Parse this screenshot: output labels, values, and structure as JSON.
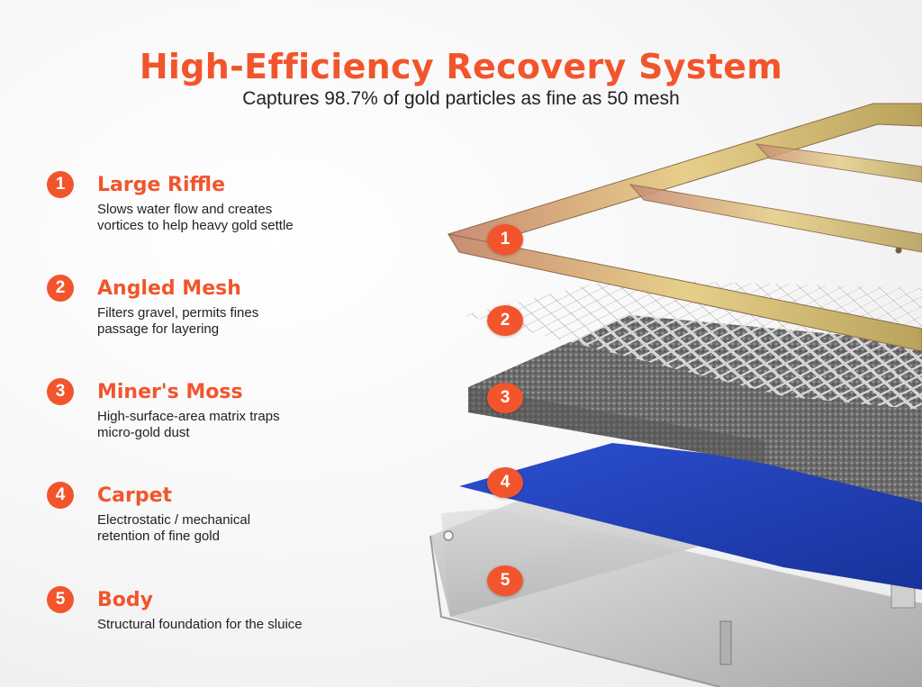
{
  "header": {
    "title": "High-Efficiency Recovery System",
    "subtitle": "Captures 98.7% of gold particles as fine as 50 mesh"
  },
  "features": [
    {
      "number": "1",
      "name": "Large Riffle",
      "description": "Slows water flow and creates\nvortices to help heavy gold settle"
    },
    {
      "number": "2",
      "name": "Angled Mesh",
      "description": "Filters gravel, permits fines\npassage for layering"
    },
    {
      "number": "3",
      "name": "Miner's Moss",
      "description": "High-surface-area matrix traps\nmicro-gold dust"
    },
    {
      "number": "4",
      "name": "Carpet",
      "description": "Electrostatic / mechanical\nretention of fine gold"
    },
    {
      "number": "5",
      "name": "Body",
      "description": "Structural foundation for the sluice"
    }
  ],
  "colors": {
    "accent": "#f2552c",
    "carpet": "#1e3fae",
    "moss": "#6d6d6d",
    "body": "#c9c9c9",
    "riffle": "#d9b27a"
  }
}
